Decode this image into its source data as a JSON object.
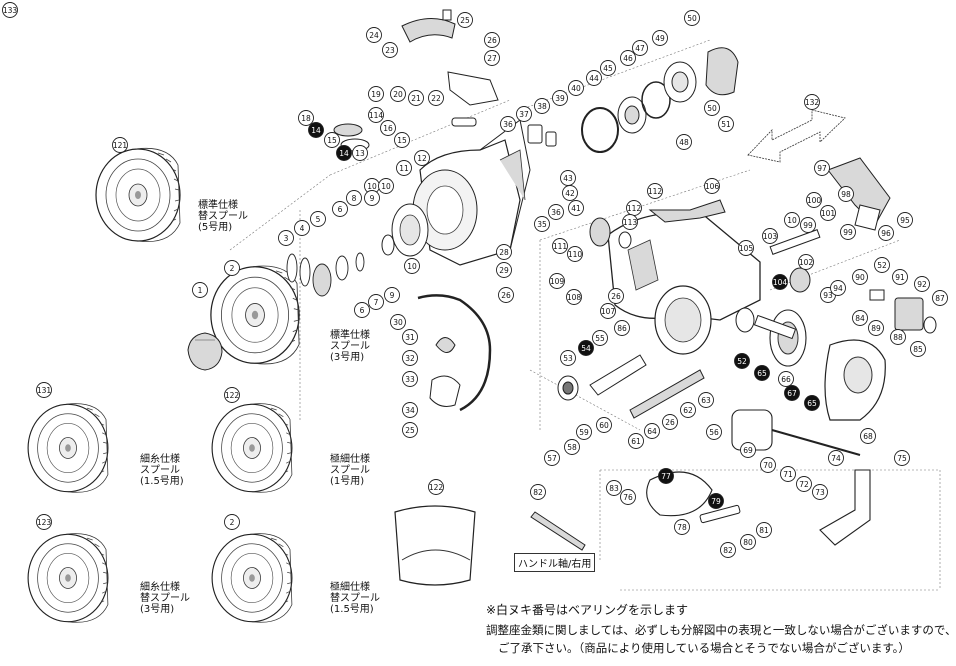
{
  "diagram": {
    "title": "Spinning reel exploded parts diagram",
    "colors": {
      "line": "#222222",
      "fill": "#ffffff",
      "shade": "#d9d9d9",
      "bearing": "#111111"
    },
    "spool_labels": [
      {
        "id": "std-5",
        "lines": [
          "標準仕様",
          "替スプール",
          "(5号用)"
        ]
      },
      {
        "id": "std-3",
        "lines": [
          "標準仕様",
          "スプール",
          "(3号用)"
        ]
      },
      {
        "id": "fine-15",
        "lines": [
          "細糸仕様",
          "スプール",
          "(1.5号用)"
        ]
      },
      {
        "id": "xfine-1",
        "lines": [
          "極細仕様",
          "スプール",
          "(1号用)"
        ]
      },
      {
        "id": "fine-3",
        "lines": [
          "細糸仕様",
          "替スプール",
          "(3号用)"
        ]
      },
      {
        "id": "xfine-15",
        "lines": [
          "極細仕様",
          "替スプール",
          "(1.5号用)"
        ]
      }
    ],
    "handle_shaft_label": "ハンドル軸/右用",
    "notes": {
      "bearing_note": "※白ヌキ番号はベアリングを示します",
      "footer_line1": "調整座金類に関しましては、必ずしも分解図中の表現と一致しない場合がございますので、",
      "footer_line2": "ご了承下さい。（商品により使用している場合とそうでない場合がございます。）"
    },
    "parts": [
      {
        "n": "25",
        "b": false
      },
      {
        "n": "24",
        "b": false
      },
      {
        "n": "23",
        "b": false
      },
      {
        "n": "26",
        "b": false
      },
      {
        "n": "27",
        "b": false
      },
      {
        "n": "22",
        "b": false
      },
      {
        "n": "21",
        "b": false
      },
      {
        "n": "20",
        "b": false
      },
      {
        "n": "19",
        "b": false
      },
      {
        "n": "18",
        "b": false
      },
      {
        "n": "14",
        "b": true
      },
      {
        "n": "114",
        "b": false
      },
      {
        "n": "16",
        "b": false
      },
      {
        "n": "15",
        "b": false
      },
      {
        "n": "15",
        "b": false
      },
      {
        "n": "14",
        "b": true
      },
      {
        "n": "13",
        "b": false
      },
      {
        "n": "121",
        "b": false
      },
      {
        "n": "12",
        "b": false
      },
      {
        "n": "11",
        "b": false
      },
      {
        "n": "10",
        "b": false
      },
      {
        "n": "10",
        "b": false
      },
      {
        "n": "9",
        "b": false
      },
      {
        "n": "8",
        "b": false
      },
      {
        "n": "6",
        "b": false
      },
      {
        "n": "5",
        "b": false
      },
      {
        "n": "4",
        "b": false
      },
      {
        "n": "3",
        "b": false
      },
      {
        "n": "2",
        "b": false
      },
      {
        "n": "1",
        "b": false
      },
      {
        "n": "7",
        "b": false
      },
      {
        "n": "6",
        "b": false
      },
      {
        "n": "9",
        "b": false
      },
      {
        "n": "10",
        "b": false
      },
      {
        "n": "28",
        "b": false
      },
      {
        "n": "29",
        "b": false
      },
      {
        "n": "26",
        "b": false
      },
      {
        "n": "30",
        "b": false
      },
      {
        "n": "31",
        "b": false
      },
      {
        "n": "32",
        "b": false
      },
      {
        "n": "33",
        "b": false
      },
      {
        "n": "34",
        "b": false
      },
      {
        "n": "25",
        "b": false
      },
      {
        "n": "36",
        "b": false
      },
      {
        "n": "35",
        "b": false
      },
      {
        "n": "36",
        "b": false
      },
      {
        "n": "37",
        "b": false
      },
      {
        "n": "38",
        "b": false
      },
      {
        "n": "39",
        "b": false
      },
      {
        "n": "40",
        "b": false
      },
      {
        "n": "44",
        "b": false
      },
      {
        "n": "45",
        "b": false
      },
      {
        "n": "46",
        "b": false
      },
      {
        "n": "47",
        "b": false
      },
      {
        "n": "49",
        "b": false
      },
      {
        "n": "50",
        "b": false
      },
      {
        "n": "50",
        "b": false
      },
      {
        "n": "51",
        "b": false
      },
      {
        "n": "48",
        "b": false
      },
      {
        "n": "43",
        "b": false
      },
      {
        "n": "42",
        "b": false
      },
      {
        "n": "41",
        "b": false
      },
      {
        "n": "132",
        "b": false
      },
      {
        "n": "97",
        "b": false
      },
      {
        "n": "98",
        "b": false
      },
      {
        "n": "99",
        "b": false
      },
      {
        "n": "95",
        "b": false
      },
      {
        "n": "96",
        "b": false
      },
      {
        "n": "100",
        "b": false
      },
      {
        "n": "101",
        "b": false
      },
      {
        "n": "99",
        "b": false
      },
      {
        "n": "10",
        "b": false
      },
      {
        "n": "103",
        "b": false
      },
      {
        "n": "106",
        "b": false
      },
      {
        "n": "112",
        "b": false
      },
      {
        "n": "112",
        "b": false
      },
      {
        "n": "113",
        "b": false
      },
      {
        "n": "111",
        "b": false
      },
      {
        "n": "110",
        "b": false
      },
      {
        "n": "109",
        "b": false
      },
      {
        "n": "108",
        "b": false
      },
      {
        "n": "26",
        "b": false
      },
      {
        "n": "107",
        "b": false
      },
      {
        "n": "105",
        "b": false
      },
      {
        "n": "102",
        "b": false
      },
      {
        "n": "104",
        "b": true
      },
      {
        "n": "93",
        "b": false
      },
      {
        "n": "94",
        "b": false
      },
      {
        "n": "52",
        "b": false
      },
      {
        "n": "91",
        "b": false
      },
      {
        "n": "90",
        "b": false
      },
      {
        "n": "92",
        "b": false
      },
      {
        "n": "87",
        "b": false
      },
      {
        "n": "84",
        "b": false
      },
      {
        "n": "89",
        "b": false
      },
      {
        "n": "88",
        "b": false
      },
      {
        "n": "85",
        "b": false
      },
      {
        "n": "86",
        "b": false
      },
      {
        "n": "55",
        "b": false
      },
      {
        "n": "54",
        "b": true
      },
      {
        "n": "53",
        "b": false
      },
      {
        "n": "52",
        "b": true
      },
      {
        "n": "65",
        "b": true
      },
      {
        "n": "66",
        "b": false
      },
      {
        "n": "67",
        "b": true
      },
      {
        "n": "65",
        "b": true
      },
      {
        "n": "68",
        "b": false
      },
      {
        "n": "26",
        "b": false
      },
      {
        "n": "62",
        "b": false
      },
      {
        "n": "63",
        "b": false
      },
      {
        "n": "64",
        "b": false
      },
      {
        "n": "61",
        "b": false
      },
      {
        "n": "60",
        "b": false
      },
      {
        "n": "59",
        "b": false
      },
      {
        "n": "58",
        "b": false
      },
      {
        "n": "57",
        "b": false
      },
      {
        "n": "56",
        "b": false
      },
      {
        "n": "69",
        "b": false
      },
      {
        "n": "70",
        "b": false
      },
      {
        "n": "71",
        "b": false
      },
      {
        "n": "72",
        "b": false
      },
      {
        "n": "73",
        "b": false
      },
      {
        "n": "74",
        "b": false
      },
      {
        "n": "75",
        "b": false
      },
      {
        "n": "83",
        "b": false
      },
      {
        "n": "76",
        "b": false
      },
      {
        "n": "77",
        "b": true
      },
      {
        "n": "78",
        "b": false
      },
      {
        "n": "79",
        "b": true
      },
      {
        "n": "80",
        "b": false
      },
      {
        "n": "81",
        "b": false
      },
      {
        "n": "82",
        "b": false
      },
      {
        "n": "82",
        "b": false
      },
      {
        "n": "131",
        "b": false
      },
      {
        "n": "122",
        "b": false
      },
      {
        "n": "123",
        "b": false
      },
      {
        "n": "2",
        "b": false
      },
      {
        "n": "122",
        "b": false
      },
      {
        "n": "133",
        "b": false
      }
    ]
  }
}
